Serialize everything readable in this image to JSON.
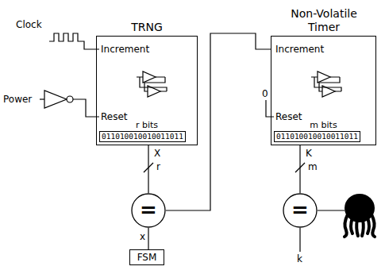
{
  "diagram": {
    "nodes": [
      {
        "text": [
          "TRNG",
          "Increment",
          "Reset",
          "r bits",
          "011010010010011011"
        ]
      },
      {
        "text": [
          "Non-Volatile Timer",
          "Increment",
          "Reset",
          "m bits",
          "011010010010011011"
        ]
      },
      {
        "text": [
          "="
        ]
      },
      {
        "text": [
          "="
        ]
      },
      {
        "text": [
          "FSM"
        ]
      }
    ],
    "edges": [
      {
        "from": 0,
        "to": 2,
        "arrow": "none"
      },
      {
        "from": 2,
        "to": 1,
        "arrow": "none"
      },
      {
        "from": 4,
        "to": 2,
        "arrow": "none"
      },
      {
        "from": 1,
        "to": 3,
        "arrow": "none"
      }
    ],
    "labels": [
      "Clock",
      "Power",
      "X",
      "r",
      "x",
      "0",
      "K",
      "m",
      "k"
    ]
  }
}
